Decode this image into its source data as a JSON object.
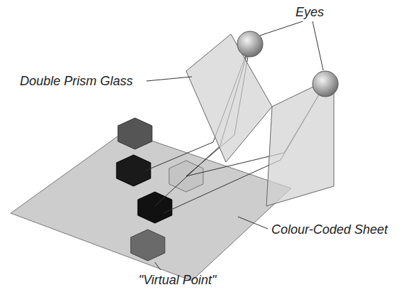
{
  "diagram": {
    "labels": [
      "Eyes",
      "Double Prism Glass",
      "Colour-Coded Sheet",
      "\"Virtual Point\""
    ]
  }
}
